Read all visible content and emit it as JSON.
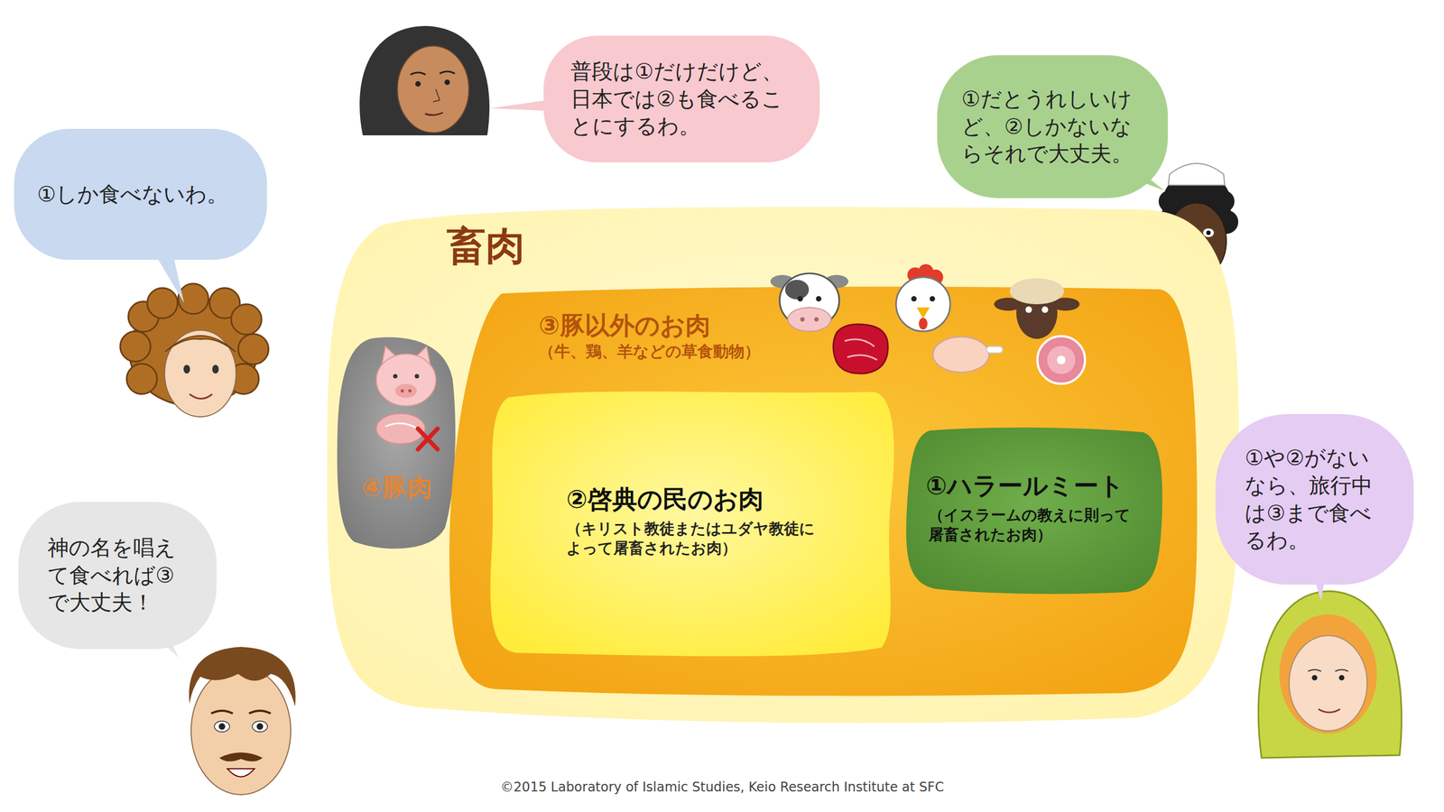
{
  "diagram": {
    "nodes": [
      {
        "text": [
          "普段は①だけだけど、 日本では②も食べるこ とにするわ。"
        ]
      },
      {
        "text": [
          "①だとうれしいけ ど、②しかないな らそれで大丈夫。"
        ]
      },
      {
        "text": [
          "①しか食べないわ。"
        ]
      },
      {
        "text": [
          "神の名を唱え て食べれば③ で大丈夫！"
        ]
      },
      {
        "text": [
          "①や②がない なら、旅行中 は③まで食べ るわ。"
        ]
      },
      {
        "text": [
          "畜肉"
        ]
      },
      {
        "text": [
          "④豚肉"
        ],
        "in": 5
      },
      {
        "text": [
          "③豚以外のお肉",
          "（牛、鶏、羊などの草食動物）"
        ],
        "in": 5
      },
      {
        "text": [
          "②啓典の民のお肉",
          "（キリスト教徒またはユダヤ教徒に よって屠畜されたお肉）"
        ],
        "in": 7
      },
      {
        "text": [
          "①ハラールミート",
          "（イスラームの教えに則って 屠畜されたお肉）"
        ],
        "in": 7
      }
    ],
    "labels": [
      "©2015 Laboratory of Islamic Studies, Keio Research Institute at SFC"
    ]
  }
}
